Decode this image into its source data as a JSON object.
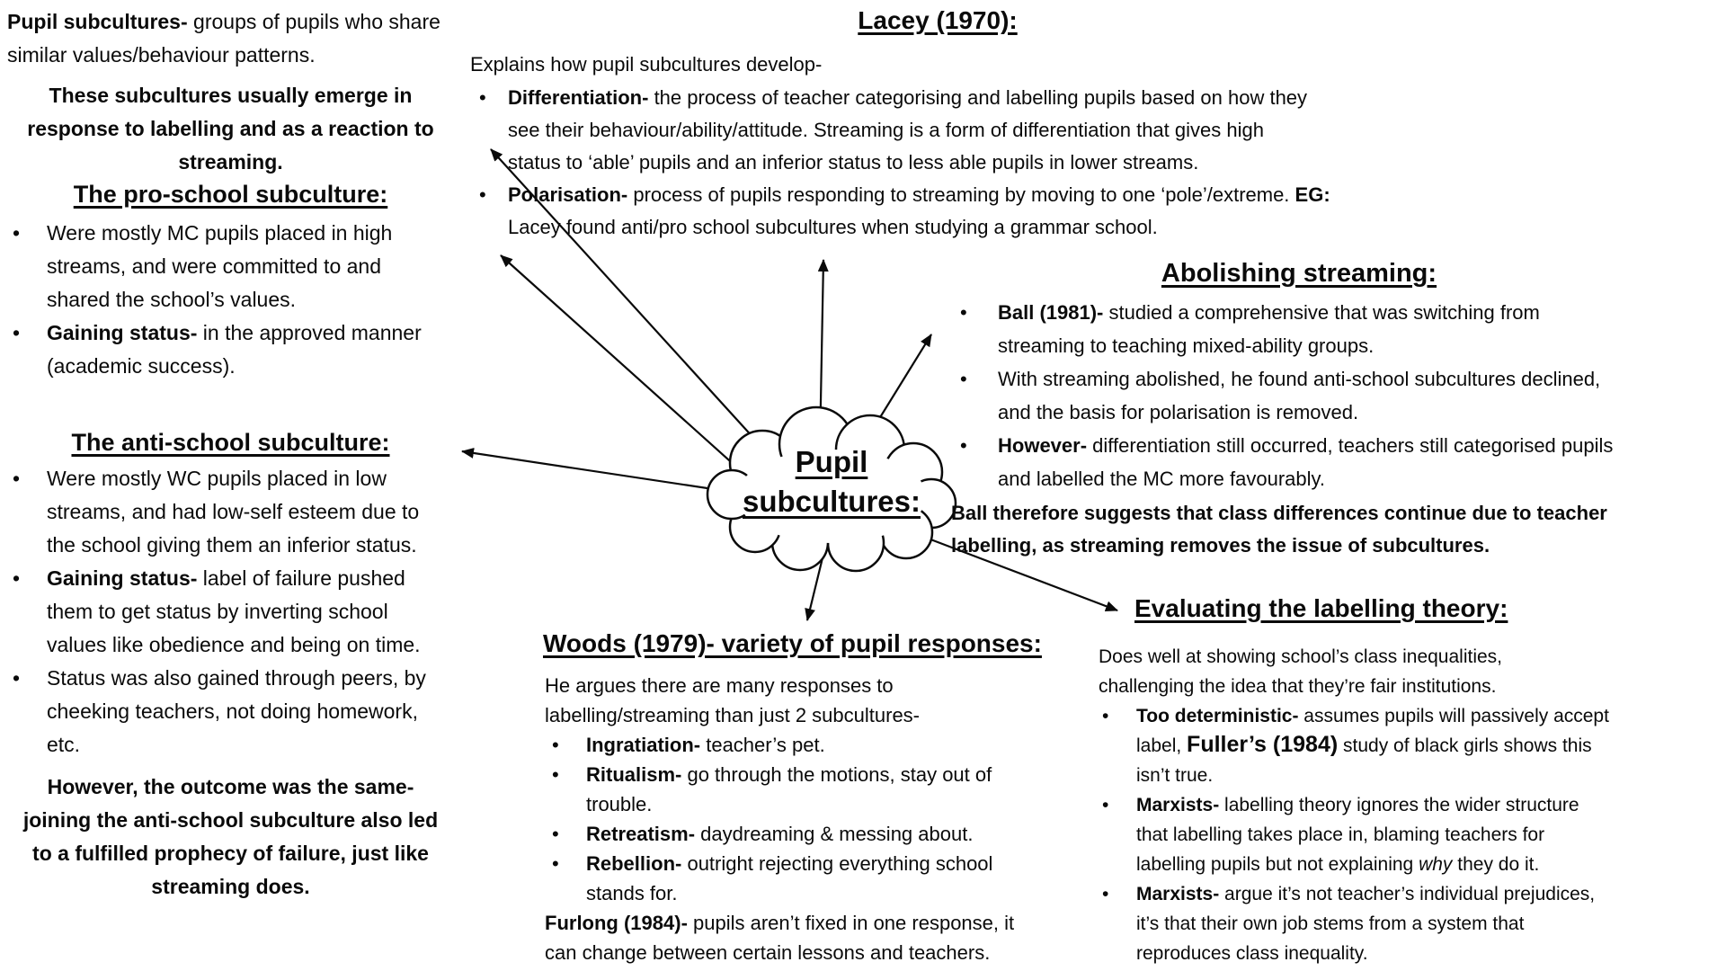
{
  "ui": {
    "bullet": "•",
    "ink": "#0a0a0a",
    "background": "#ffffff"
  },
  "cloud": {
    "line1": "Pupil",
    "line2": "subcultures:"
  },
  "left": {
    "intro": {
      "lead": "Pupil subcultures-",
      "rest": " groups of pupils who share\nsimilar values/behaviour patterns."
    },
    "note": "These subcultures usually emerge in\nresponse to labelling and as a reaction to\nstreaming.",
    "pro": {
      "heading": "The pro-school subculture:",
      "bullets": [
        {
          "text": "Were mostly MC pupils placed in high\nstreams, and were committed to and\nshared the school’s values."
        },
        {
          "lead": "Gaining status-",
          "text": " in the approved manner\n(academic success)."
        }
      ]
    },
    "anti": {
      "heading": "The anti-school subculture:",
      "bullets": [
        {
          "text": "Were mostly WC pupils placed in low\nstreams, and had low-self esteem due to\nthe school giving them an inferior status."
        },
        {
          "lead": "Gaining status-",
          "text": " label of failure pushed\nthem to get status by inverting school\nvalues like obedience and being on time."
        },
        {
          "text": "Status was also gained through peers, by\ncheeking teachers, not doing homework,\netc."
        }
      ]
    },
    "conclusion": "However, the outcome was the same-\njoining the anti-school subculture also led\nto a fulfilled prophecy of failure, just like\nstreaming does."
  },
  "lacey": {
    "heading": "Lacey (1970):",
    "intro": "Explains how pupil subcultures develop-",
    "bullets": [
      {
        "lead": "Differentiation-",
        "text": " the process of teacher categorising and labelling pupils based on how they\nsee their behaviour/ability/attitude. Streaming is a form of differentiation that gives high\nstatus to ‘able’ pupils and an inferior status to less able pupils in lower streams."
      },
      {
        "lead": "Polarisation-",
        "text": " process of pupils responding to streaming by moving to one ‘pole’/extreme. ",
        "lead2": "EG:",
        "text2": "\nLacey found anti/pro school subcultures when studying a grammar school."
      }
    ]
  },
  "abolishing": {
    "heading": "Abolishing streaming:",
    "bullets": [
      {
        "lead": "Ball (1981)-",
        "text": " studied a comprehensive that was switching from\nstreaming to teaching mixed-ability groups."
      },
      {
        "text": "With streaming abolished, he found anti-school subcultures declined,\nand the basis for polarisation is removed."
      },
      {
        "lead": "However-",
        "text": " differentiation still occurred, teachers still categorised pupils\nand labelled the MC more favourably."
      }
    ],
    "conclusion": "Ball therefore suggests that class differences continue due to teacher\nlabelling, as streaming removes the issue of subcultures."
  },
  "woods": {
    "heading": "Woods (1979)- variety of pupil responses:",
    "intro": "He argues there are many responses to\nlabelling/streaming than just 2 subcultures-",
    "bullets": [
      {
        "lead": "Ingratiation-",
        "text": " teacher’s pet."
      },
      {
        "lead": "Ritualism-",
        "text": " go through the motions, stay out of\ntrouble."
      },
      {
        "lead": "Retreatism-",
        "text": " daydreaming & messing about."
      },
      {
        "lead": "Rebellion-",
        "text": " outright rejecting everything school\nstands for."
      }
    ],
    "footer": {
      "lead": "Furlong (1984)-",
      "text": " pupils aren’t fixed in one response, it\ncan change between certain lessons and teachers."
    }
  },
  "evaluating": {
    "heading": "Evaluating the labelling theory:",
    "intro": "Does well at showing school’s class inequalities,\nchallenging the idea that they’re fair institutions.",
    "bullets": [
      {
        "lead": "Too deterministic-",
        "text": " assumes pupils will passively accept\nlabel, ",
        "big": "Fuller’s (1984)",
        "text2": " study of black girls shows this\nisn’t true."
      },
      {
        "lead": "Marxists-",
        "text": " labelling theory ignores the wider structure\nthat labelling takes place in, blaming teachers for\nlabelling pupils but not explaining ",
        "italic": "why",
        "text2": " they do it."
      },
      {
        "lead": "Marxists-",
        "text": " argue it’s not teacher’s individual prejudices,\nit’s that their own job stems from a system that\nreproduces class inequality."
      }
    ]
  }
}
